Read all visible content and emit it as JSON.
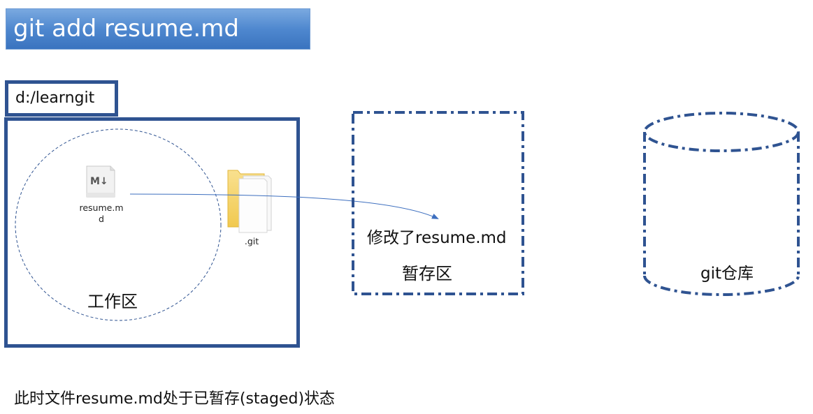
{
  "banner": {
    "title": "git add resume.md"
  },
  "folder": {
    "path": "d:/learngit"
  },
  "working_area": {
    "label": "工作区",
    "file_name": "resume.md",
    "file_icon_text": "M↓",
    "git_folder_name": ".git"
  },
  "staging_area": {
    "label": "暂存区",
    "content": "修改了resume.md"
  },
  "repository": {
    "label": "git仓库"
  },
  "caption": "此时文件resume.md处于已暂存(staged)状态",
  "colors": {
    "border": "#2f5391",
    "arrow": "#3d6fbf",
    "banner": "#4f88cf",
    "folder": "#f6d777"
  }
}
